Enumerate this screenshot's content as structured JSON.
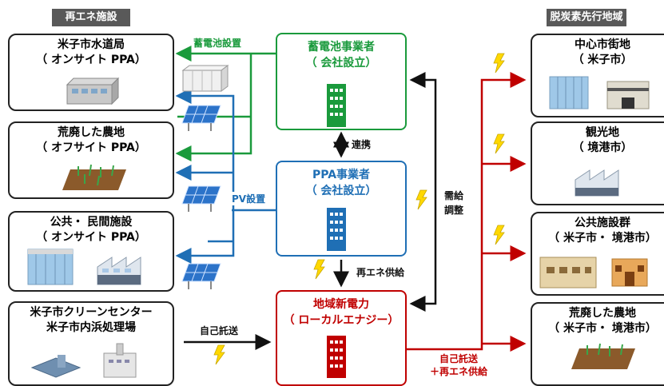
{
  "headers": {
    "left": "再エネ施設",
    "right": "脱炭素先行地域"
  },
  "left_boxes": [
    {
      "line1": "米子市水道局",
      "line2": "（ オンサイト PPA）"
    },
    {
      "line1": "荒廃した農地",
      "line2": "（ オフサイト PPA）"
    },
    {
      "line1": "公共・ 民間施設",
      "line2": "（ オンサイト PPA）"
    },
    {
      "line1": "米子市クリーンセンター",
      "line2": "米子市内浜処理場"
    }
  ],
  "center": {
    "battery": {
      "line1": "蓄電池事業者",
      "line2": "（ 会社設立）"
    },
    "ppa": {
      "line1": "PPA事業者",
      "line2": "（ 会社設立）"
    },
    "local": {
      "line1": "地域新電力",
      "line2": "（ ローカルエナジー）"
    }
  },
  "right_boxes": [
    {
      "line1": "中心市街地",
      "line2": "（ 米子市）"
    },
    {
      "line1": "観光地",
      "line2": "（ 境港市）"
    },
    {
      "line1": "公共施設群",
      "line2": "（ 米子市・ 境港市）"
    },
    {
      "line1": "荒廃した農地",
      "line2": "（ 米子市・ 境港市）"
    }
  ],
  "labels": {
    "battery_install": "蓄電池設置",
    "pv_install": "PV設置",
    "cooperation": "連携",
    "supply_demand_1": "需給",
    "supply_demand_2": "調整",
    "renewable_supply": "再エネ供給",
    "self_transmission": "自己託送",
    "self_plus_renewable_1": "自己託送",
    "self_plus_renewable_2": "＋再エネ供給"
  },
  "colors": {
    "header_bg": "#595959",
    "green": "#1a9a3c",
    "blue": "#1f6fb5",
    "red": "#c00000",
    "lightning": "#ffd800"
  }
}
